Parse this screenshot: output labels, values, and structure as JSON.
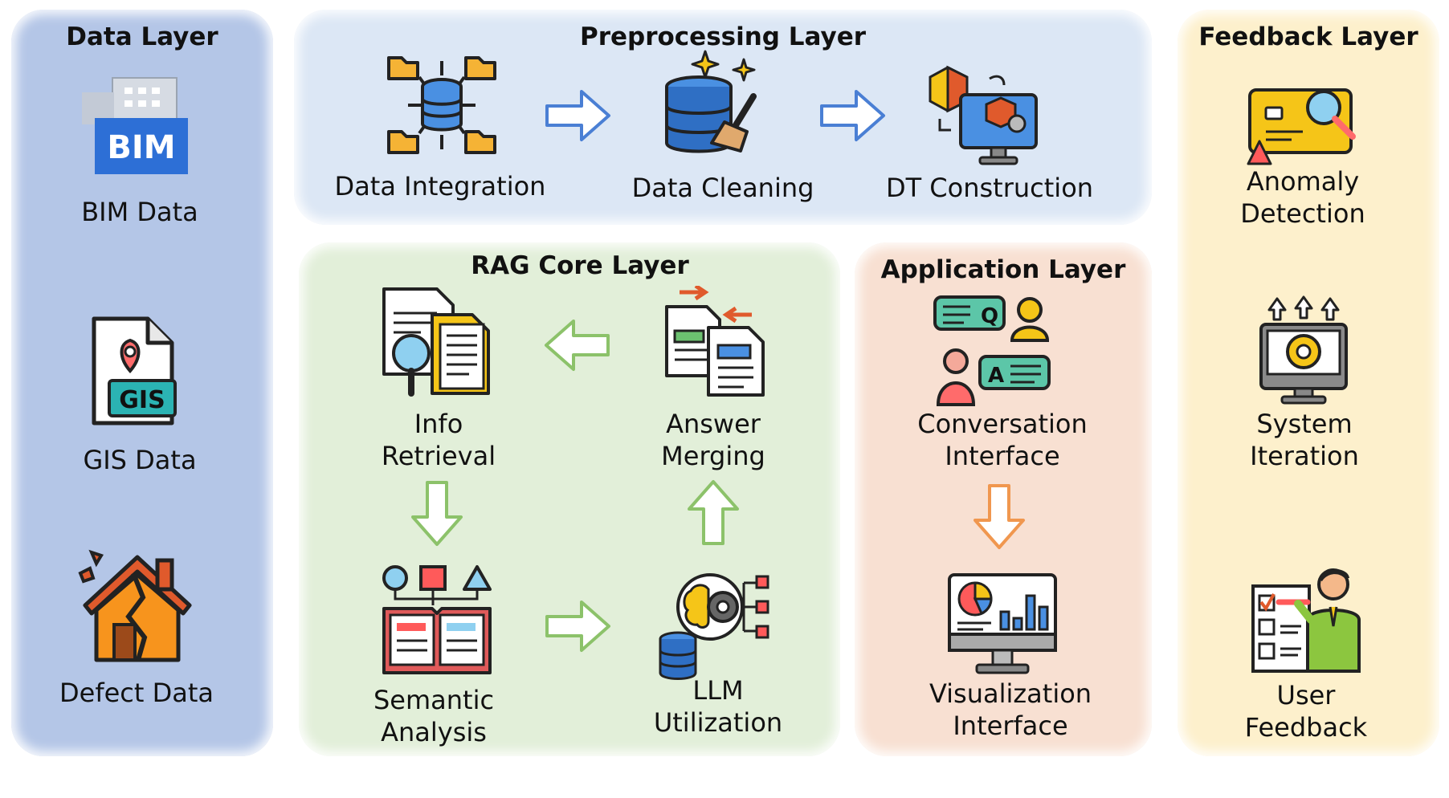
{
  "data_layer": {
    "title": "Data Layer",
    "items": [
      "BIM Data",
      "GIS Data",
      "Defect Data"
    ],
    "bim_badge": "BIM",
    "gis_badge": "GIS"
  },
  "preprocessing_layer": {
    "title": "Preprocessing Layer",
    "items": [
      "Data Integration",
      "Data Cleaning",
      "DT Construction"
    ]
  },
  "rag_core_layer": {
    "title": "RAG Core Layer",
    "items": {
      "info_retrieval": [
        "Info",
        "Retrieval"
      ],
      "answer_merging": [
        "Answer",
        "Merging"
      ],
      "semantic_analysis": [
        "Semantic",
        "Analysis"
      ],
      "llm_utilization": [
        "LLM",
        "Utilization"
      ]
    }
  },
  "application_layer": {
    "title": "Application Layer",
    "items": {
      "conversation_interface": [
        "Conversation",
        "Interface"
      ],
      "visualization_interface": [
        "Visualization",
        "Interface"
      ]
    },
    "q_badge": "Q",
    "a_badge": "A"
  },
  "feedback_layer": {
    "title": "Feedback Layer",
    "items": {
      "anomaly_detection": [
        "Anomaly",
        "Detection"
      ],
      "system_iteration": [
        "System",
        "Iteration"
      ],
      "user_feedback": [
        "User",
        "Feedback"
      ]
    }
  },
  "colors": {
    "data_layer_bg": "#b4c6e7",
    "preprocessing_bg": "#dce7f5",
    "rag_bg": "#e2efd9",
    "application_bg": "#f8e0d2",
    "feedback_bg": "#fdf0cc",
    "blue_arrow": "#4a7fd4",
    "green_arrow": "#8cc26a",
    "orange_arrow": "#f0974f"
  }
}
